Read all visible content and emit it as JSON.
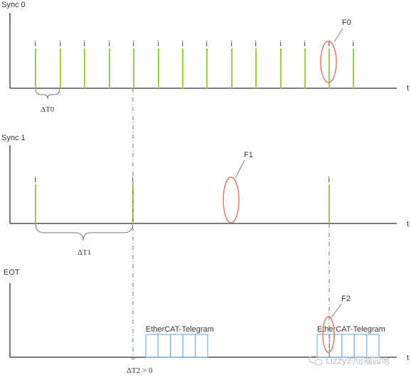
{
  "labels": {
    "sync0": "Sync 0",
    "sync1": "Sync 1",
    "eot": "EOT",
    "time_axis": "t",
    "pulse_marker": "i",
    "dt0": "ΔT0",
    "dt1": "ΔT1",
    "dt2": "ΔT2 > 0",
    "telegram": "EtherCAT-Telegram"
  },
  "faults": {
    "f0": "F0",
    "f1": "F1",
    "f2": "F2"
  },
  "watermark": "Lizzy的倍福园地",
  "colors": {
    "pulse": "#9ccf3a",
    "fault": "#e07a5f",
    "frame": "#7fb3e0",
    "axis": "#333333"
  }
}
